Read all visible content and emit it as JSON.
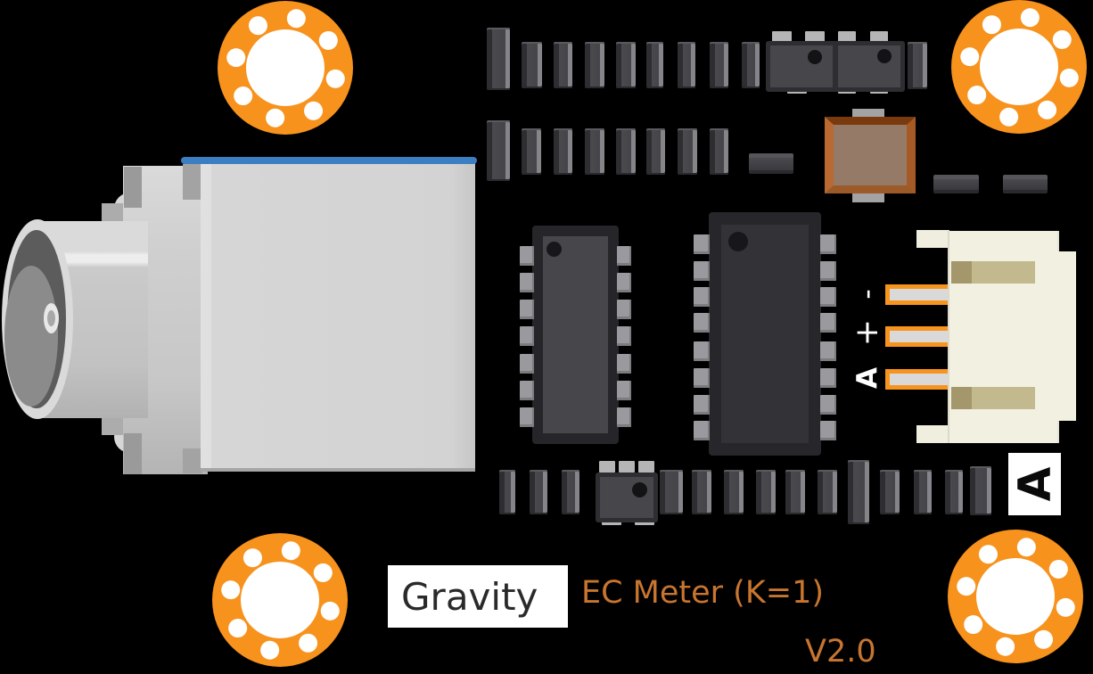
{
  "board": {
    "description": "Gravity EC Meter sensor board illustration",
    "background_color": "#000000",
    "accent_orange": "#F7921D",
    "text_orange": "#C8752F",
    "blue_stripe_color": "#3D7EC2",
    "connector_body_color": "#F1F0E1"
  },
  "branding": {
    "logo_text": "Gravity",
    "product_name": "EC Meter (K=1)",
    "version": "V2.0"
  },
  "connector": {
    "pin_labels": [
      "-",
      "+",
      "A"
    ],
    "port_badge": "A"
  }
}
